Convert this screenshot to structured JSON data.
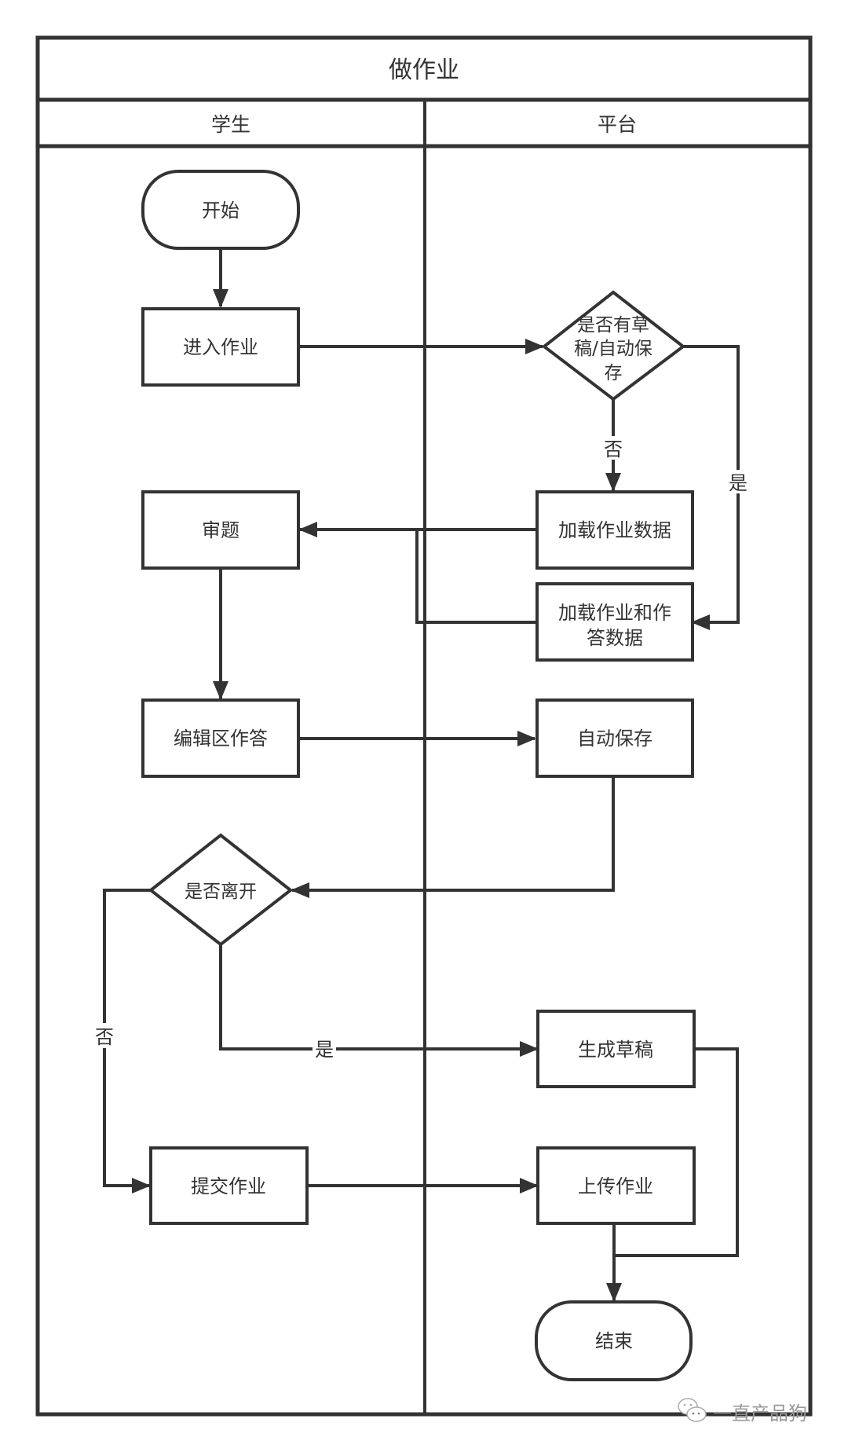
{
  "diagram": {
    "title": "做作业",
    "lanes": [
      {
        "id": "student",
        "label": "学生"
      },
      {
        "id": "platform",
        "label": "平台"
      }
    ],
    "nodes": {
      "start": {
        "type": "terminator",
        "lane": "student",
        "label": "开始"
      },
      "enter": {
        "type": "process",
        "lane": "student",
        "label": "进入作业"
      },
      "has_draft": {
        "type": "decision",
        "lane": "platform",
        "lines": [
          "是否有草",
          "稿/自动保",
          "存"
        ],
        "label": "是否有草稿/自动保存"
      },
      "load_hw": {
        "type": "process",
        "lane": "platform",
        "label": "加载作业数据"
      },
      "load_hw_ans": {
        "type": "process",
        "lane": "platform",
        "lines": [
          "加载作业和作",
          "答数据"
        ],
        "label": "加载作业和作答数据"
      },
      "review": {
        "type": "process",
        "lane": "student",
        "label": "审题"
      },
      "edit": {
        "type": "process",
        "lane": "student",
        "label": "编辑区作答"
      },
      "autosave": {
        "type": "process",
        "lane": "platform",
        "label": "自动保存"
      },
      "leave": {
        "type": "decision",
        "lane": "student",
        "label": "是否离开"
      },
      "gen_draft": {
        "type": "process",
        "lane": "platform",
        "label": "生成草稿"
      },
      "submit": {
        "type": "process",
        "lane": "student",
        "label": "提交作业"
      },
      "upload": {
        "type": "process",
        "lane": "platform",
        "label": "上传作业"
      },
      "end": {
        "type": "terminator",
        "lane": "platform",
        "label": "结束"
      }
    },
    "edges": [
      {
        "from": "start",
        "to": "enter",
        "label": ""
      },
      {
        "from": "enter",
        "to": "has_draft",
        "label": ""
      },
      {
        "from": "has_draft",
        "to": "load_hw",
        "label": "否"
      },
      {
        "from": "has_draft",
        "to": "load_hw_ans",
        "label": "是"
      },
      {
        "from": "load_hw",
        "to": "review",
        "label": ""
      },
      {
        "from": "load_hw_ans",
        "to": "review",
        "label": ""
      },
      {
        "from": "review",
        "to": "edit",
        "label": ""
      },
      {
        "from": "edit",
        "to": "autosave",
        "label": ""
      },
      {
        "from": "autosave",
        "to": "leave",
        "label": ""
      },
      {
        "from": "leave",
        "to": "gen_draft",
        "label": "是"
      },
      {
        "from": "leave",
        "to": "submit",
        "label": "否"
      },
      {
        "from": "submit",
        "to": "upload",
        "label": ""
      },
      {
        "from": "gen_draft",
        "to": "end",
        "label": ""
      },
      {
        "from": "upload",
        "to": "end",
        "label": ""
      }
    ],
    "edge_labels": {
      "draft_no": "否",
      "draft_yes": "是",
      "leave_yes": "是",
      "leave_no": "否"
    },
    "colors": {
      "stroke": "#333333",
      "text": "#333333",
      "background": "#ffffff"
    }
  },
  "watermark": {
    "icon": "wechat-icon",
    "text": "一直产品狗"
  }
}
